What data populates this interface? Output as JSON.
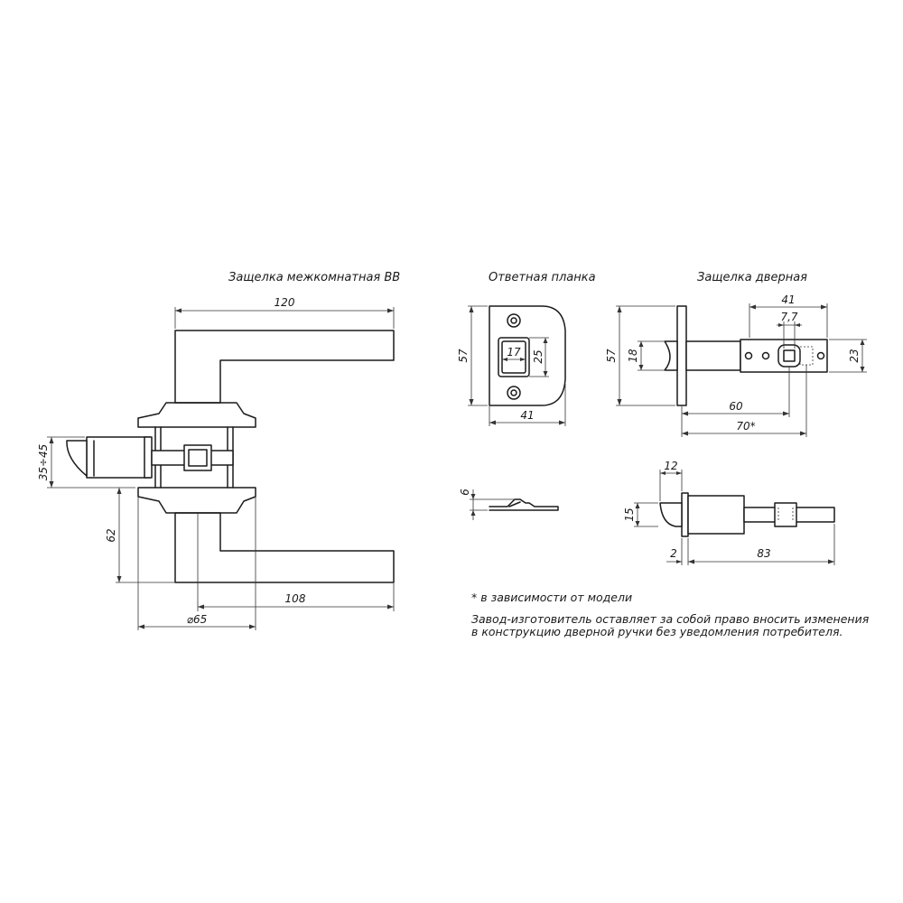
{
  "titles": {
    "interior_latch": "Защелка межкомнатная ВВ",
    "strike_plate": "Ответная планка",
    "door_latch": "Защелка дверная"
  },
  "dimensions": {
    "handle_length": "120",
    "latch_height": "35÷45",
    "rose_offset": "62",
    "lever_reach": "108",
    "rose_diameter": "⌀65",
    "plate_height": "57",
    "plate_slot_width": "17",
    "plate_slot_height": "25",
    "plate_width": "41",
    "plate_thickness": "6",
    "latch_face_height": "57",
    "bolt_height": "18",
    "body_length": "41",
    "square_size": "7,7",
    "body_height": "23",
    "backset_60": "60",
    "backset_70": "70*",
    "bolt_projection": "12",
    "bolt_side_height": "15",
    "face_thickness": "2",
    "total_length": "83"
  },
  "notes": {
    "model_note": "* в зависимости от модели",
    "manufacturer_line1": "Завод-изготовитель оставляет за собой право вносить изменения",
    "manufacturer_line2": "в конструкцию дверной ручки без уведомления потребителя."
  }
}
